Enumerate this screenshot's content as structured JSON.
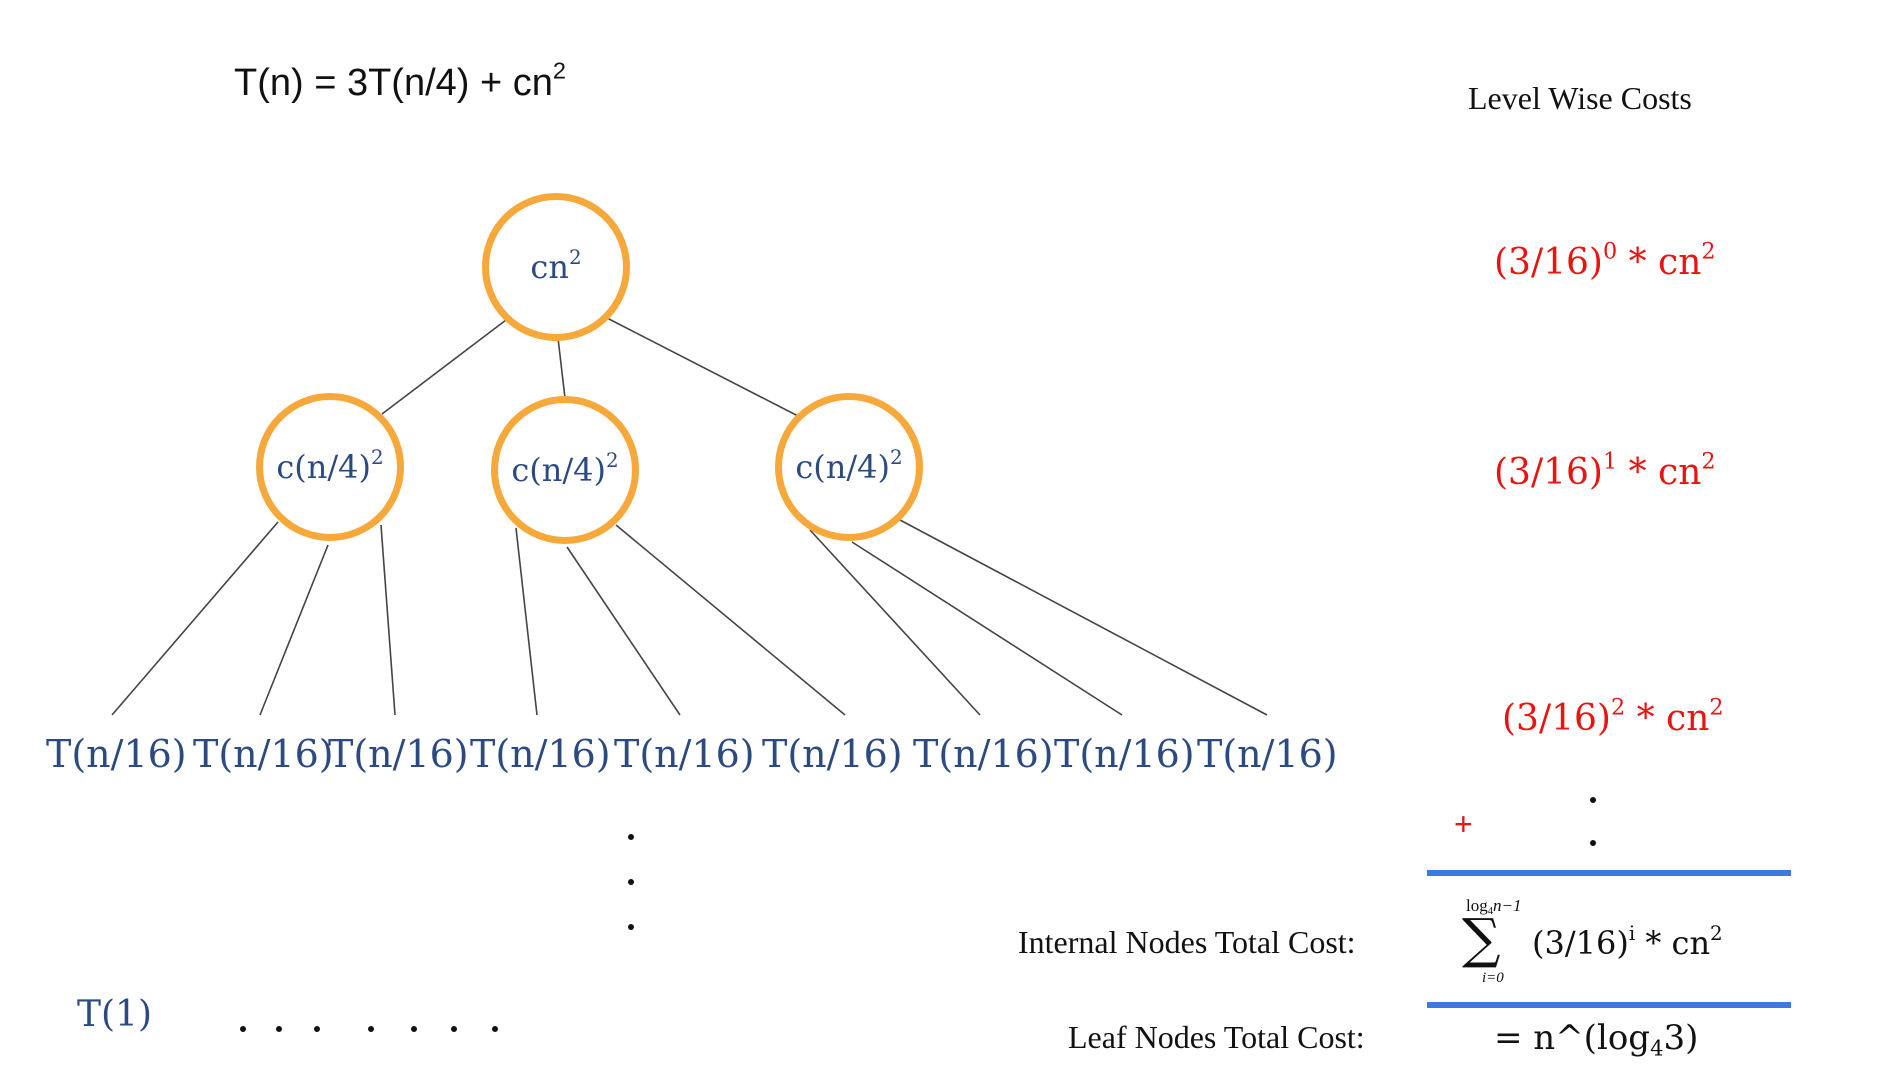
{
  "recurrence": {
    "lhs": "T(n) = 3T(n/4) + cn",
    "exp": "2"
  },
  "level_header": "Level Wise Costs",
  "tree": {
    "root": {
      "base": "cn",
      "exp": "2"
    },
    "level1": [
      {
        "base": "c(n/4)",
        "exp": "2"
      },
      {
        "base": "c(n/4)",
        "exp": "2"
      },
      {
        "base": "c(n/4)",
        "exp": "2"
      }
    ],
    "leaves": [
      "T(n/16)",
      "T(n/16)",
      "T(n/16)",
      "T(n/16)",
      "T(n/16)",
      "T(n/16)",
      "T(n/16)",
      "T(n/16)",
      "T(n/16)"
    ],
    "bottom_leaf": "T(1)"
  },
  "level_costs": [
    {
      "base": "(3/16)",
      "exp": "0",
      "tail": " * cn",
      "tail_exp": "2"
    },
    {
      "base": "(3/16)",
      "exp": "1",
      "tail": " * cn",
      "tail_exp": "2"
    },
    {
      "base": "(3/16)",
      "exp": "2",
      "tail": " * cn",
      "tail_exp": "2"
    }
  ],
  "plus_sign": "+",
  "internal": {
    "label": "Internal Nodes Total Cost:",
    "sum_upper_a": "log",
    "sum_upper_sub": "4",
    "sum_upper_b": "n−1",
    "sum_symbol": "∑",
    "sum_lower": "i=0",
    "expr_base": "(3/16)",
    "expr_exp": "i",
    "expr_tail": " * cn",
    "expr_tail_exp": "2"
  },
  "leaf_total": {
    "label": "Leaf Nodes Total Cost:",
    "prefix": "= n^(log",
    "sub": "4",
    "suffix": "3)"
  },
  "colors": {
    "node_border": "#f7a83a",
    "node_text": "#2c4a82",
    "cost_text": "#e8140f",
    "rule": "#3b7be0"
  }
}
